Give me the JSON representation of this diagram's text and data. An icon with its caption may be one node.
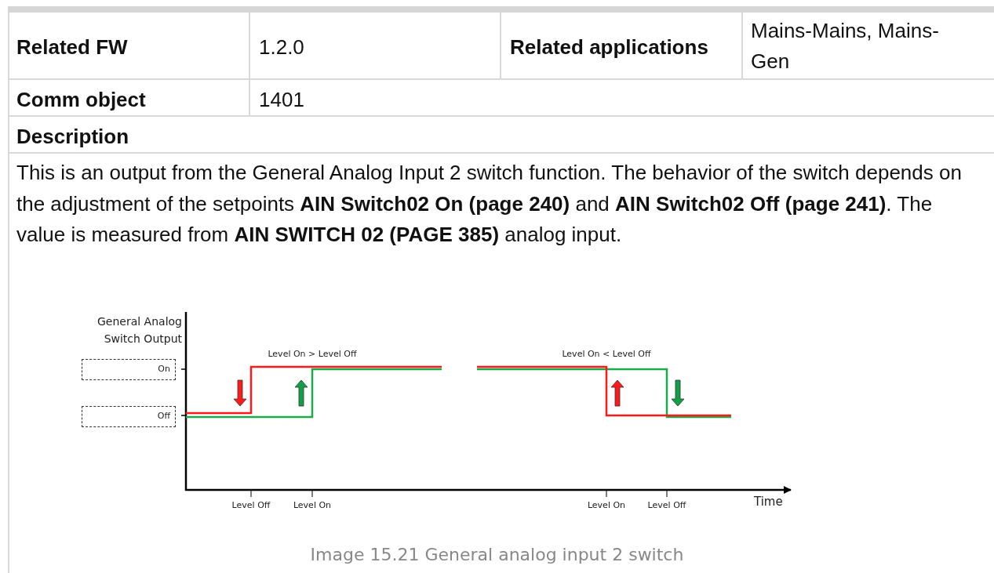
{
  "diagram": {
    "caption": "Image 15.21 General analog input 2 switch",
    "nodes": [
      {
        "text": [
          "On"
        ]
      },
      {
        "text": [
          "Off"
        ]
      }
    ],
    "labels": [
      "Related FW",
      "1.2.0",
      "Related applications",
      "Mains-Mains, Mains-Gen",
      "Comm object",
      "1401",
      "Description",
      "This is an output from the General Analog Input 2 switch function. The behavior of the switch depends on the adjustment of the setpoints **AIN Switch02 On (page 240)** and **AIN Switch02 Off (page 241)**. The value is measured from **AIN SWITCH 02 (PAGE 385)** analog input.",
      "General Analog Switch Output",
      "Level On > Level Off",
      "Level On < Level Off",
      "Level Off",
      "Level On",
      "Level On",
      "Level Off",
      "Time"
    ]
  }
}
